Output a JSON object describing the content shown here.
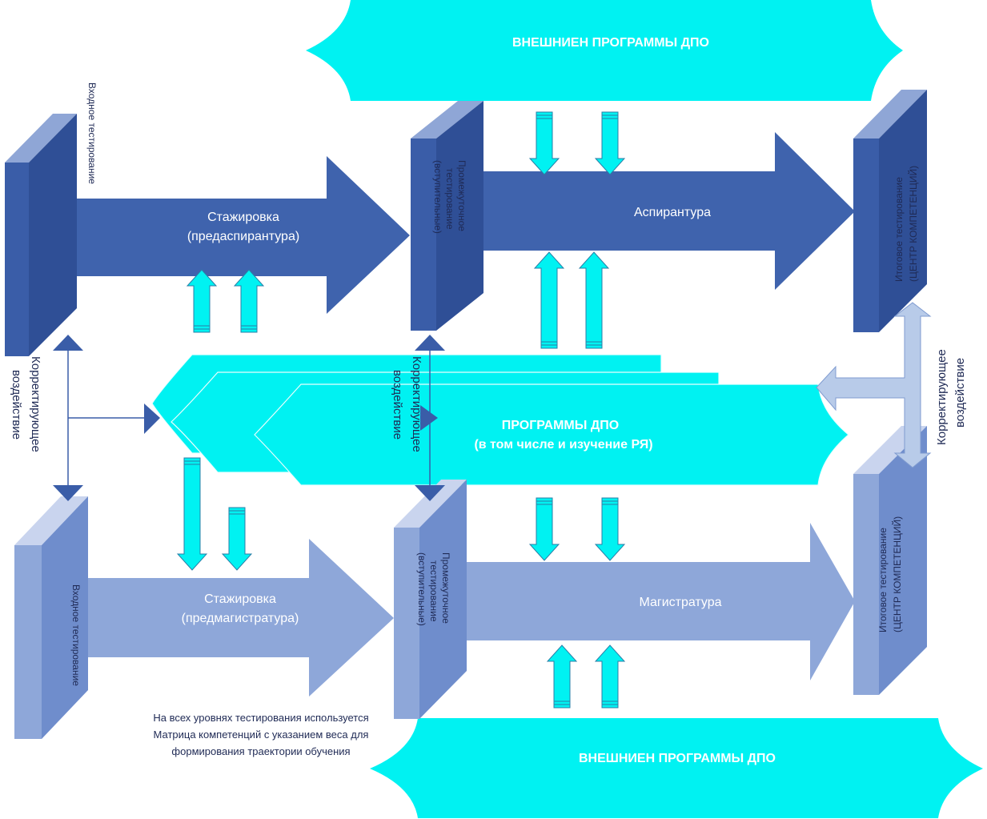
{
  "colors": {
    "cyan": "#00f2f2",
    "dark_blue": "#3f63ad",
    "box_dark_front": "#3a5da8",
    "box_dark_side": "#2f4f96",
    "box_dark_top": "#8fa6d6",
    "box_light_front": "#8ea7d9",
    "box_light_side": "#6f8dcc",
    "box_light_top": "#c9d4ee",
    "light_blue": "#8ea7d9",
    "feedback": "#b8cbe9"
  },
  "top_external": {
    "label": "ВНЕШНИЕН ПРОГРАММЫ ДПО"
  },
  "bottom_external": {
    "label": "ВНЕШНИЕН ПРОГРАММЫ ДПО"
  },
  "central_program": {
    "line1": "ПРОГРАММЫ ДПО",
    "line2": "(в том числе и изучение РЯ)"
  },
  "top_row": {
    "entry_test": "Входное тестирование",
    "internship_line1": "Стажировка",
    "internship_line2": "(предаспирантура)",
    "mid_test_line1": "Промежуточное",
    "mid_test_line2": "тестирование",
    "mid_test_line3": "(вступительные)",
    "main_label": "Аспирантура",
    "final_test_line1": "Итоговое тестирование",
    "final_test_line2": "(ЦЕНТР КОМПЕТЕНЦИЙ)"
  },
  "bottom_row": {
    "entry_test": "Входное тестирование",
    "internship_line1": "Стажировка",
    "internship_line2": "(предмагистратура)",
    "mid_test_line1": "Промежуточное",
    "mid_test_line2": "тестирование",
    "mid_test_line3": "(вступительные)",
    "main_label": "Магистратура",
    "final_test_line1": "Итоговое тестирование",
    "final_test_line2": "(ЦЕНТР КОМПЕТЕНЦИЙ)"
  },
  "feedback_left": {
    "line1": "Корректирующее",
    "line2": "воздействие"
  },
  "feedback_middle": {
    "line1": "Корректирующее",
    "line2": "воздействие"
  },
  "feedback_right": {
    "line1": "Корректирующее",
    "line2": "воздействие"
  },
  "note": {
    "line1": "На всех уровнях тестирования используется",
    "line2": "Матрица компетенций с указанием веса для",
    "line3": "формирования траектории обучения"
  }
}
